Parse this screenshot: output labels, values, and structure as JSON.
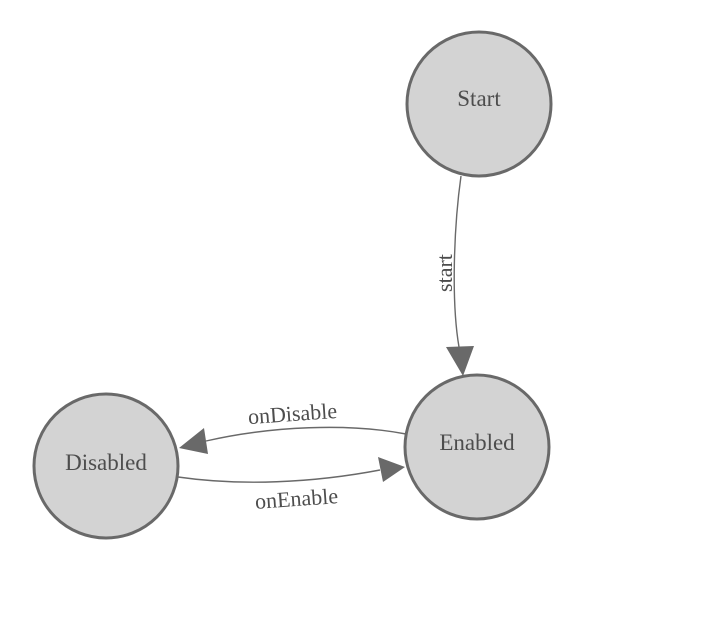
{
  "diagram": {
    "kind": "state-machine",
    "nodes": [
      {
        "id": "start",
        "label": "Start"
      },
      {
        "id": "enabled",
        "label": "Enabled"
      },
      {
        "id": "disabled",
        "label": "Disabled"
      }
    ],
    "edges": [
      {
        "from": "Start",
        "to": "Enabled",
        "label": "start"
      },
      {
        "from": "Enabled",
        "to": "Disabled",
        "label": "onDisable"
      },
      {
        "from": "Disabled",
        "to": "Enabled",
        "label": "onEnable"
      }
    ],
    "colors": {
      "background": "#ffffff",
      "node_fill": "#d3d3d3",
      "node_border": "#696969",
      "edge_stroke": "#696969",
      "arrowhead_fill": "#696969",
      "label_text": "#4d4d4d"
    }
  }
}
